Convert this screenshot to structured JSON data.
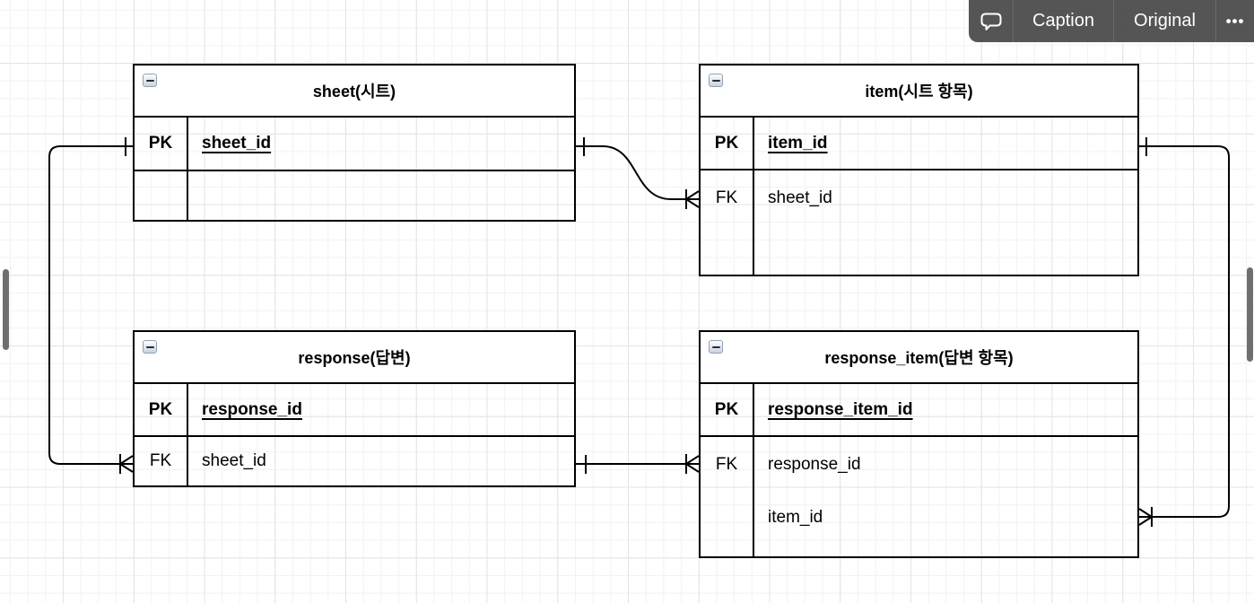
{
  "viewer_toolbar": {
    "comment_icon": "speech-bubble-icon",
    "caption_label": "Caption",
    "original_label": "Original",
    "more_label": "•••",
    "bg_color": "#464646",
    "text_color": "#ffffff"
  },
  "diagram": {
    "type": "er-diagram",
    "line_color": "#000000",
    "grid": {
      "minor_color": "#f2f2f2",
      "major_color": "#e3e3e3"
    },
    "tables": [
      {
        "name": "sheet",
        "title": "sheet(시트)",
        "collapse_icon": "minus",
        "rows": [
          {
            "key": "PK",
            "field": "sheet_id"
          },
          {
            "key": "",
            "field": ""
          }
        ]
      },
      {
        "name": "item",
        "title": "item(시트 항목)",
        "collapse_icon": "minus",
        "rows": [
          {
            "key": "PK",
            "field": "item_id"
          },
          {
            "key": "FK",
            "field": "sheet_id"
          },
          {
            "key": "",
            "field": ""
          }
        ]
      },
      {
        "name": "response",
        "title": "response(답변)",
        "collapse_icon": "minus",
        "rows": [
          {
            "key": "PK",
            "field": "response_id"
          },
          {
            "key": "FK",
            "field": "sheet_id"
          }
        ]
      },
      {
        "name": "response_item",
        "title": "response_item(답변 항목)",
        "collapse_icon": "minus",
        "rows": [
          {
            "key": "PK",
            "field": "response_item_id"
          },
          {
            "key": "FK",
            "field": "response_id"
          },
          {
            "key": "",
            "field": "item_id"
          }
        ]
      }
    ],
    "relations": [
      {
        "from": "sheet.sheet_id",
        "from_cardinality": "one",
        "to": "item.sheet_id",
        "to_cardinality": "many"
      },
      {
        "from": "sheet.sheet_id",
        "from_cardinality": "one",
        "to": "response.sheet_id",
        "to_cardinality": "many"
      },
      {
        "from": "response.response_id",
        "from_cardinality": "one",
        "to": "response_item.response_id",
        "to_cardinality": "many"
      },
      {
        "from": "item.item_id",
        "from_cardinality": "one",
        "to": "response_item.item_id",
        "to_cardinality": "many"
      }
    ]
  }
}
